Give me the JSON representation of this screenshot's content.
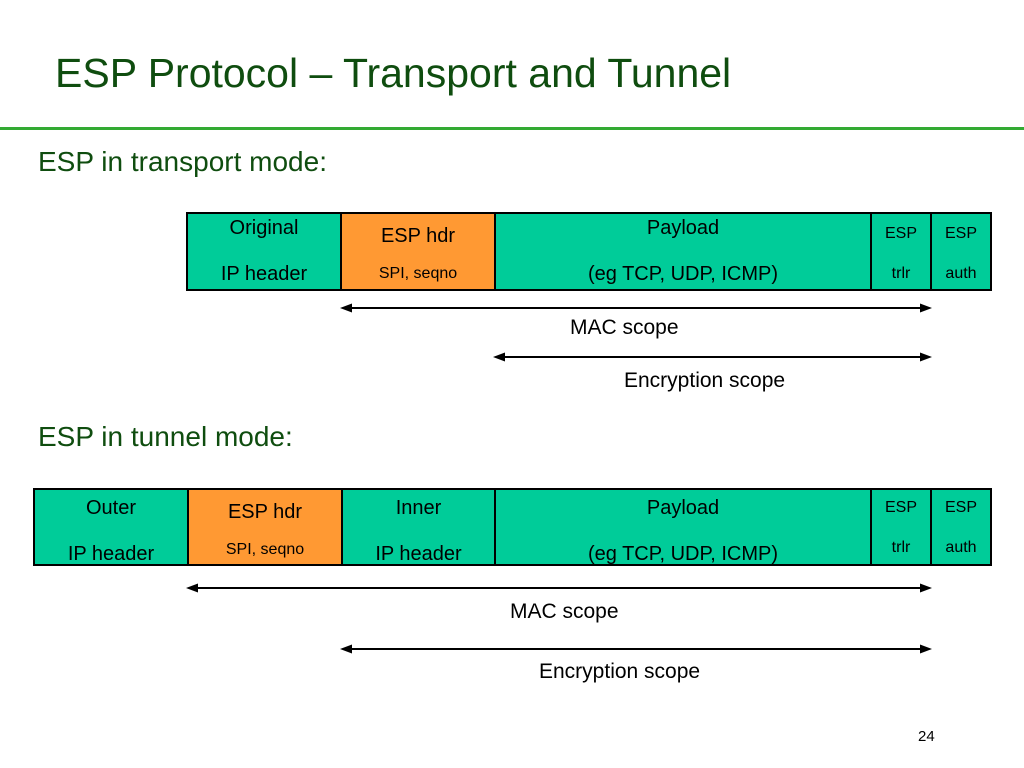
{
  "title": "ESP Protocol – Transport and Tunnel",
  "transport": {
    "heading": "ESP in transport mode:",
    "original_ip": [
      "Original",
      "IP header"
    ],
    "esp_hdr": [
      "ESP hdr",
      "SPI, seqno"
    ],
    "payload": [
      "Payload",
      "(eg TCP, UDP, ICMP)"
    ],
    "esp_trlr": [
      "ESP",
      "trlr"
    ],
    "esp_auth": [
      "ESP",
      "auth"
    ],
    "mac_scope": "MAC scope",
    "encryption_scope": "Encryption scope"
  },
  "tunnel": {
    "heading": "ESP in tunnel mode:",
    "outer_ip": [
      "Outer",
      "IP header"
    ],
    "esp_hdr": [
      "ESP hdr",
      "SPI, seqno"
    ],
    "inner_ip": [
      "Inner",
      "IP header"
    ],
    "payload": [
      "Payload",
      "(eg TCP, UDP, ICMP)"
    ],
    "esp_trlr": [
      "ESP",
      "trlr"
    ],
    "esp_auth": [
      "ESP",
      "auth"
    ],
    "mac_scope": "MAC scope",
    "encryption_scope": "Encryption scope"
  },
  "colors": {
    "green": "#00cc99",
    "orange": "#ff9933",
    "title": "#0f4d0f",
    "rule": "#33aa33"
  },
  "page_number": "24"
}
